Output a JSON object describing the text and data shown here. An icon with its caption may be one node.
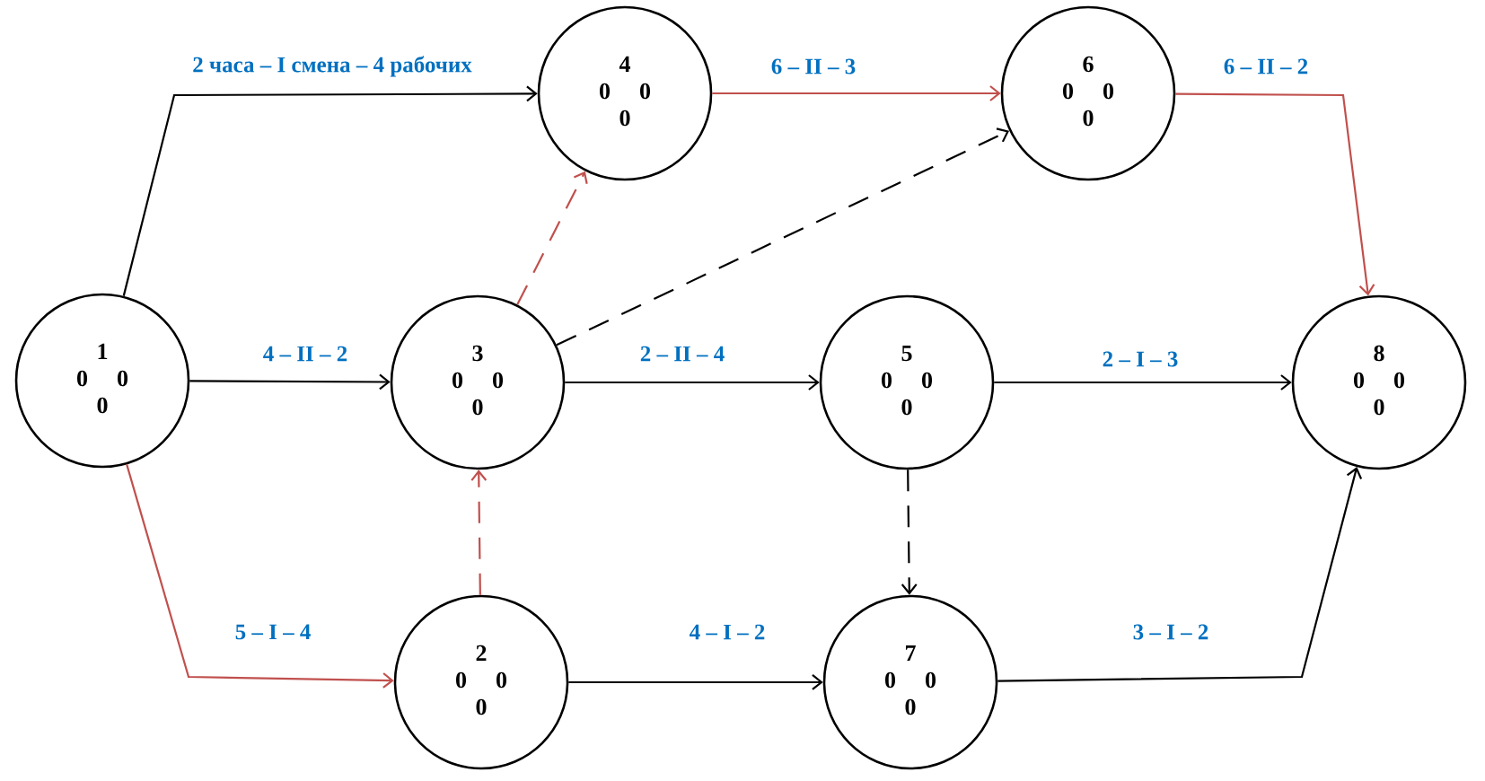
{
  "diagram": {
    "nodes": [
      {
        "text": [
          "1",
          "0",
          "0",
          "0"
        ]
      },
      {
        "text": [
          "2",
          "0",
          "0",
          "0"
        ]
      },
      {
        "text": [
          "3",
          "0",
          "0",
          "0"
        ]
      },
      {
        "text": [
          "4",
          "0",
          "0",
          "0"
        ]
      },
      {
        "text": [
          "5",
          "0",
          "0",
          "0"
        ]
      },
      {
        "text": [
          "6",
          "0",
          "0",
          "0"
        ]
      },
      {
        "text": [
          "7",
          "0",
          "0",
          "0"
        ]
      },
      {
        "text": [
          "8",
          "0",
          "0",
          "0"
        ]
      }
    ],
    "edges": [
      {
        "from": 0,
        "to": 3,
        "arrow": "to",
        "label": "2 часа – I смена – 4 рабочих"
      },
      {
        "from": 3,
        "to": 5,
        "arrow": "to",
        "label": "6 – II – 3",
        "color": "#c0504d"
      },
      {
        "from": 5,
        "to": 7,
        "arrow": "to",
        "label": "6 – II – 2",
        "color": "#c0504d"
      },
      {
        "from": 0,
        "to": 2,
        "arrow": "to",
        "label": "4 – II – 2"
      },
      {
        "from": 2,
        "to": 3,
        "arrow": "to",
        "style": "dashed",
        "color": "#c0504d"
      },
      {
        "from": 2,
        "to": 5,
        "arrow": "to",
        "style": "dashed"
      },
      {
        "from": 2,
        "to": 4,
        "arrow": "to",
        "label": "2 – II – 4"
      },
      {
        "from": 4,
        "to": 7,
        "arrow": "to",
        "label": "2 – I – 3"
      },
      {
        "from": 0,
        "to": 1,
        "arrow": "to",
        "label": "5 – I – 4",
        "color": "#c0504d"
      },
      {
        "from": 1,
        "to": 2,
        "arrow": "to",
        "style": "dashed",
        "color": "#c0504d"
      },
      {
        "from": 1,
        "to": 6,
        "arrow": "to",
        "label": "4 – I – 2"
      },
      {
        "from": 4,
        "to": 6,
        "arrow": "to",
        "style": "dashed"
      },
      {
        "from": 6,
        "to": 7,
        "arrow": "to",
        "label": "3 – I – 2"
      }
    ]
  }
}
